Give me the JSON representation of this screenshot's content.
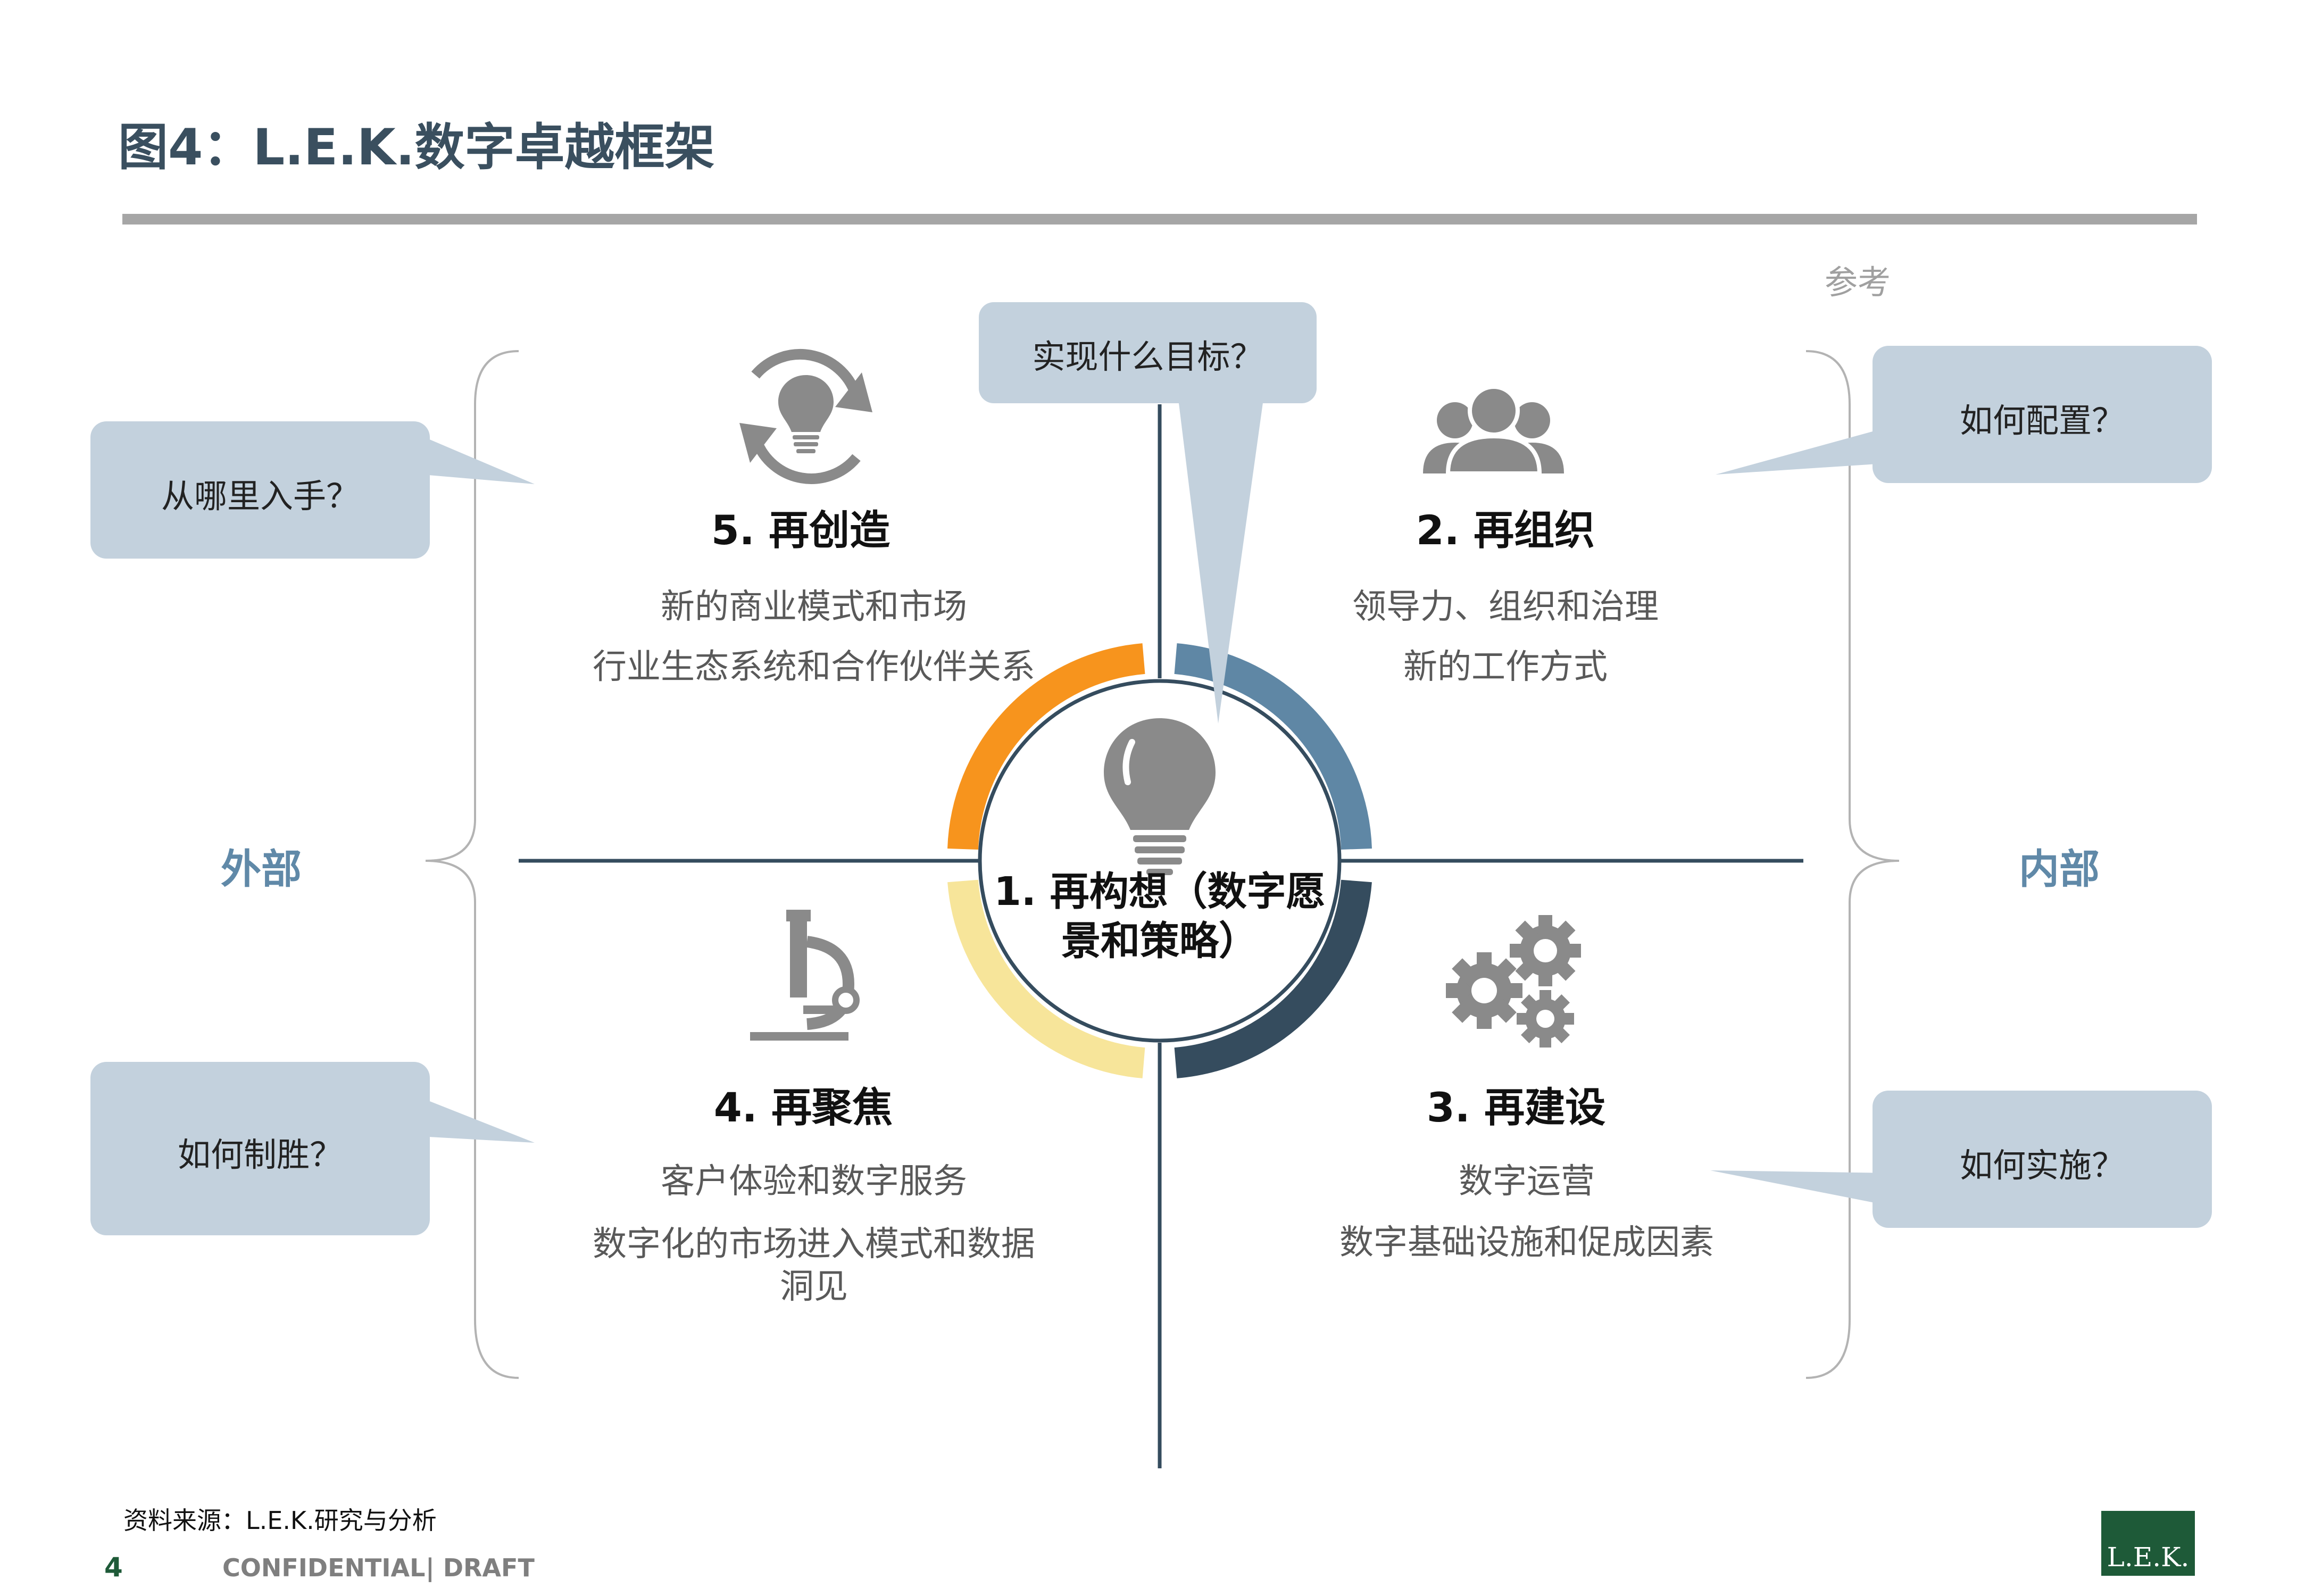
{
  "title": "图4：L.E.K.数字卓越框架",
  "reference_label": "参考",
  "side_labels": {
    "left": "外部",
    "right": "内部"
  },
  "bubbles": {
    "top": "实现什么目标？",
    "top_left": "从哪里入手？",
    "top_right": "如何配置？",
    "bottom_left": "如何制胜？",
    "bottom_right": "如何实施？"
  },
  "center": {
    "title": "1. 再构想（数字愿景和策略）",
    "icon": "lightbulb-icon"
  },
  "quadrants": {
    "q5": {
      "title": "5. 再创造",
      "lines": [
        "新的商业模式和市场",
        "行业生态系统和合作伙伴关系"
      ],
      "icon": "lightbulb-cycle-icon"
    },
    "q2": {
      "title": "2. 再组织",
      "lines": [
        "领导力、组织和治理",
        "新的工作方式"
      ],
      "icon": "people-group-icon"
    },
    "q4": {
      "title": "4. 再聚焦",
      "lines": [
        "客户体验和数字服务",
        "数字化的市场进入模式和数据",
        "洞见"
      ],
      "icon": "microscope-icon"
    },
    "q3": {
      "title": "3. 再建设",
      "lines": [
        "数字运营",
        "数字基础设施和促成因素"
      ],
      "icon": "gears-icon"
    }
  },
  "colors": {
    "orange": "#f7941d",
    "steel_blue": "#5f87a5",
    "dark_navy": "#354c5e",
    "pale_yellow": "#f7e59a",
    "bubble": "#c3d1dd",
    "gray_icon": "#8a8a8a"
  },
  "footer": {
    "source": "资料来源：L.E.K.研究与分析",
    "page_number": "4",
    "confidential": "CONFIDENTIAL",
    "draft": "| DRAFT",
    "logo": "L.E.K."
  }
}
